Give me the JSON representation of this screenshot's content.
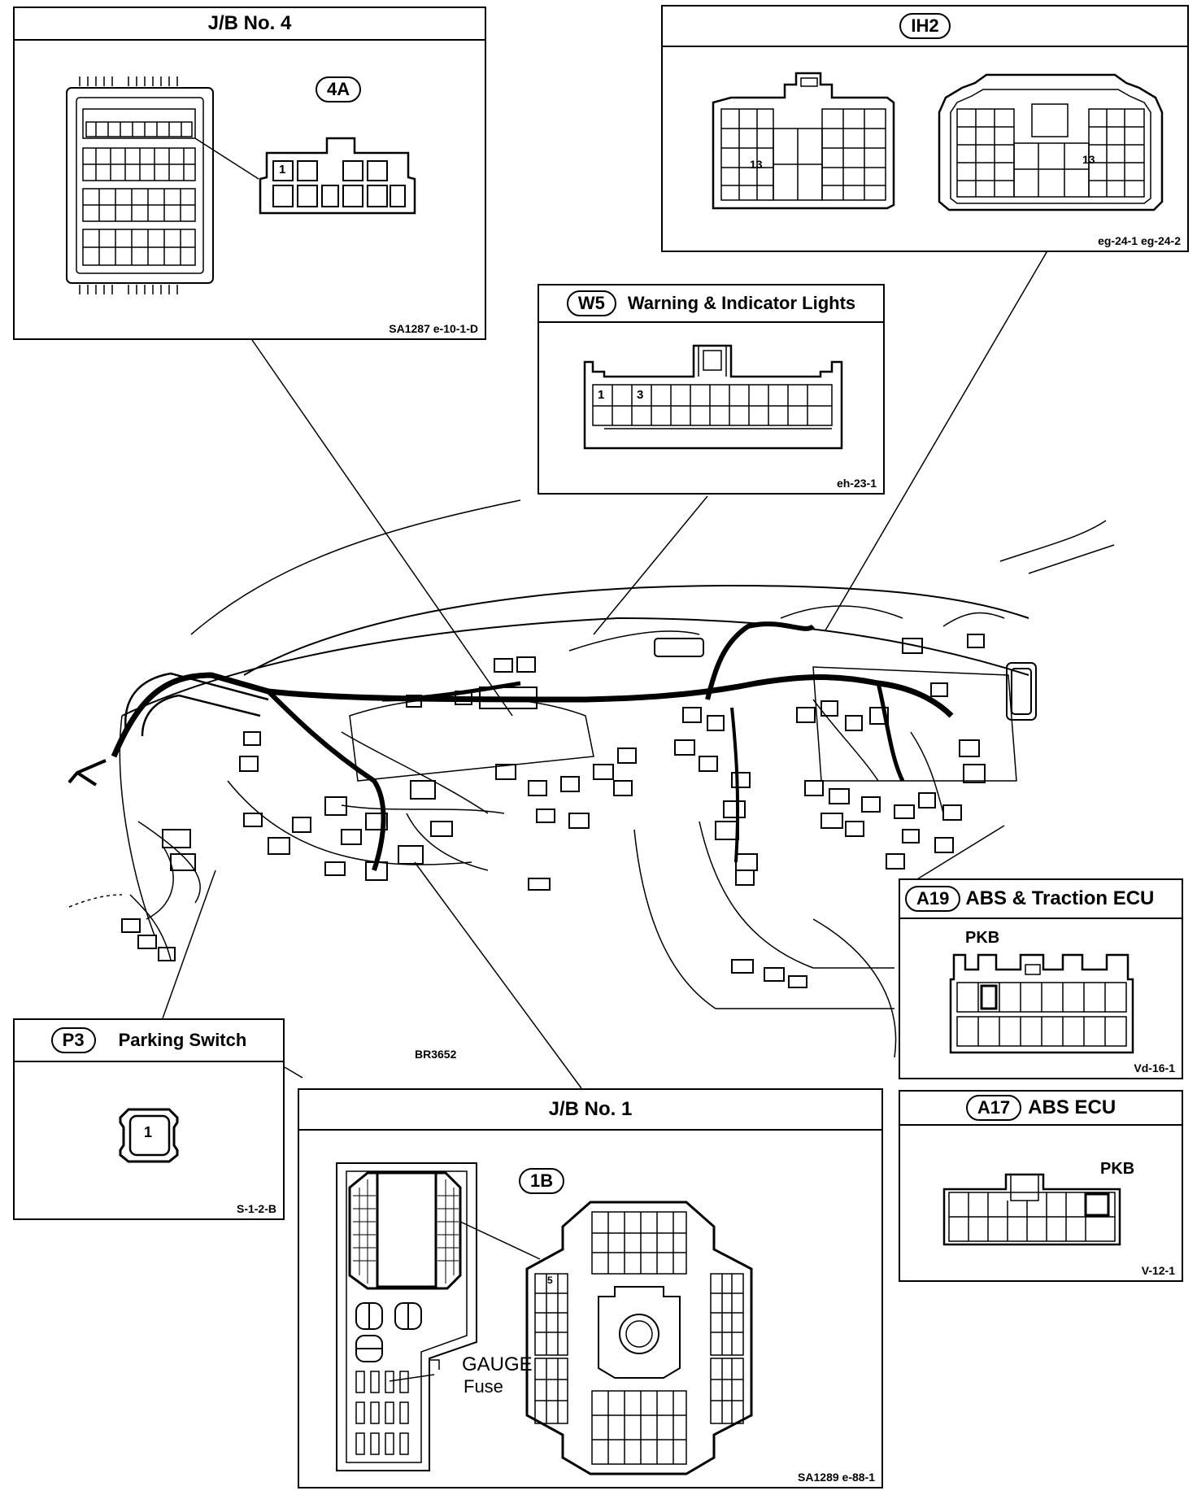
{
  "panels": {
    "jb4": {
      "title": "J/B No. 4",
      "connector": "4A",
      "pin": "1",
      "code": "SA1287 e-10-1-D"
    },
    "ih2": {
      "title": "IH2",
      "pin_left": "13",
      "pin_right": "13",
      "code": "eg-24-1  eg-24-2"
    },
    "w5": {
      "tag": "W5",
      "title": "Warning & Indicator Lights",
      "pin_a": "1",
      "pin_b": "3",
      "code": "eh-23-1"
    },
    "a19": {
      "tag": "A19",
      "title": "ABS & Traction ECU",
      "pkb": "PKB",
      "code": "Vd-16-1"
    },
    "a17": {
      "tag": "A17",
      "title": "ABS ECU",
      "pkb": "PKB",
      "code": "V-12-1"
    },
    "p3": {
      "tag": "P3",
      "title": "Parking Switch",
      "pin": "1",
      "code": "S-1-2-B"
    },
    "jb1": {
      "title": "J/B No. 1",
      "connector": "1B",
      "pin": "5",
      "fuse_line1": "GAUGE",
      "fuse_line2": "Fuse",
      "code": "SA1289  e-88-1"
    }
  },
  "figure_code": "BR3652"
}
